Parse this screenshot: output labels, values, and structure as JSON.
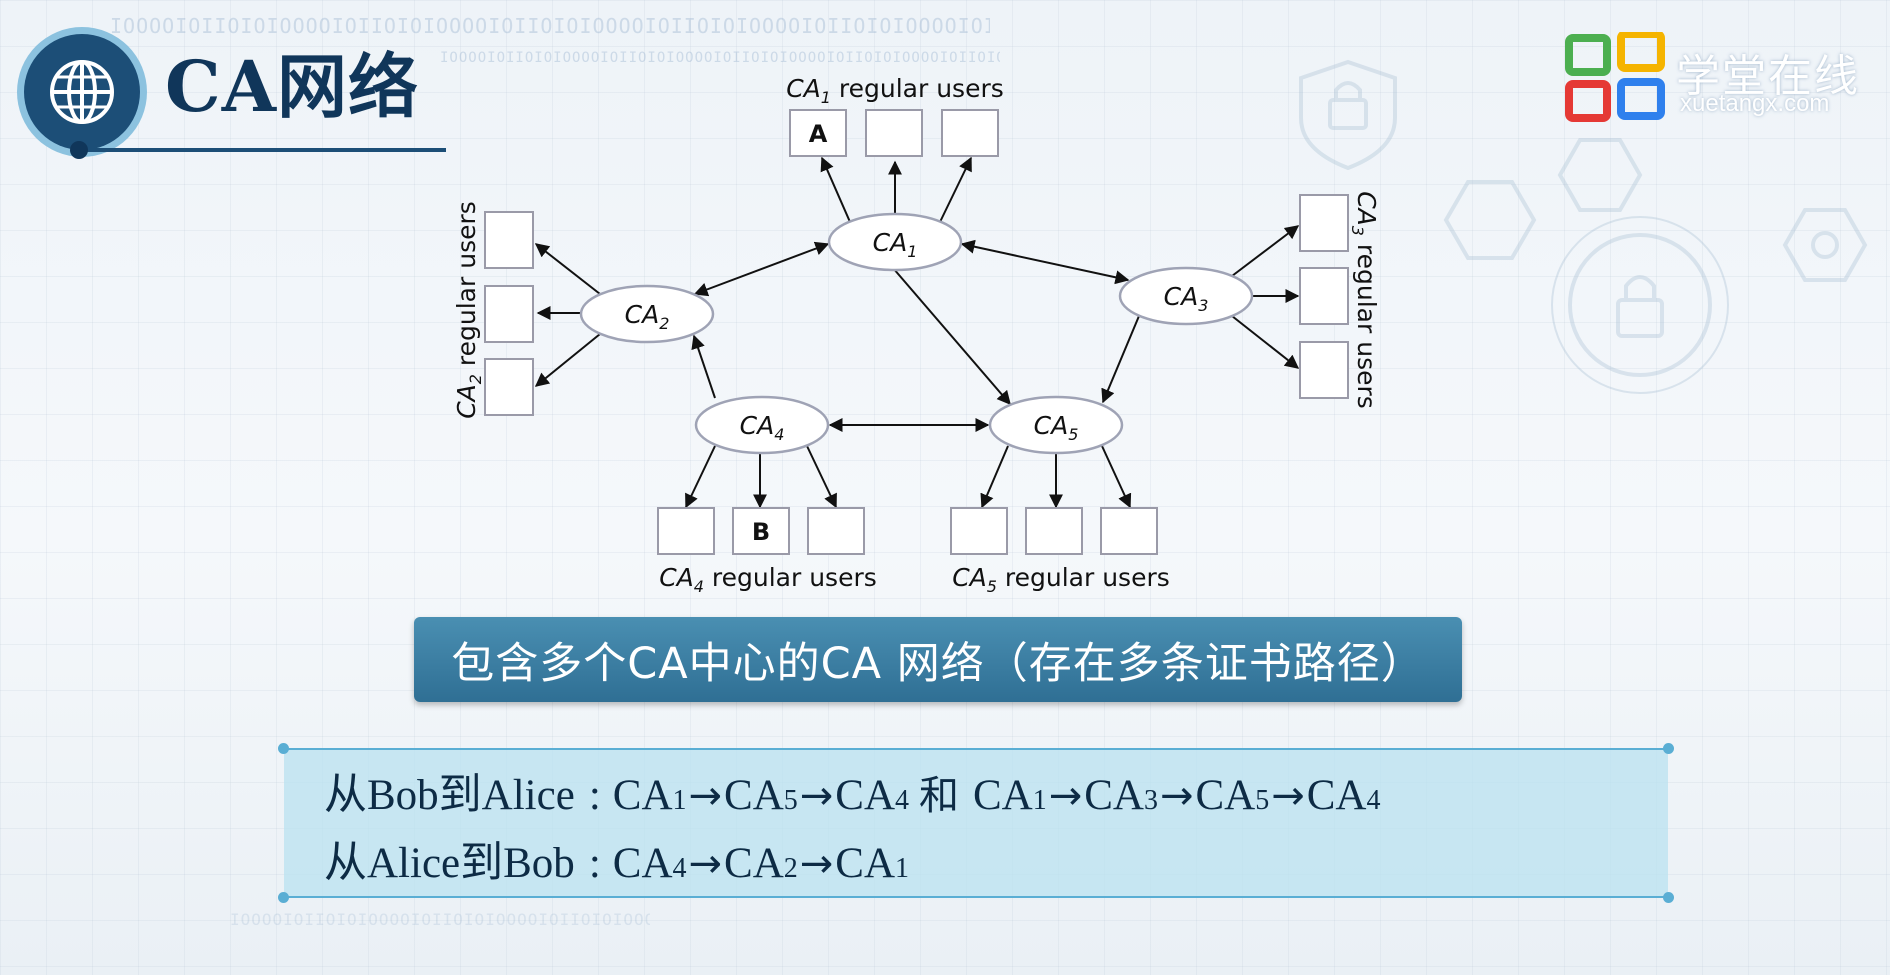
{
  "header": {
    "title": "CA网络",
    "badge_icon": "globe-icon",
    "binary_strip": "IOOOOIOIIOIOIOOOOIOIIOIOIOOOOIOIIOIOIOOOOIOIIOIOIOOOOIOIIOIOIOOOOIOIIOI"
  },
  "logo": {
    "name_cn": "学堂在线",
    "domain": "xuetangx.com",
    "icon": "xuetangx-logo-icon",
    "colors": [
      "#4caf50",
      "#f5b400",
      "#e53935",
      "#2f80ed"
    ]
  },
  "diagram": {
    "cas": [
      {
        "id": "ca1",
        "base": "CA",
        "sub": "1"
      },
      {
        "id": "ca2",
        "base": "CA",
        "sub": "2"
      },
      {
        "id": "ca3",
        "base": "CA",
        "sub": "3"
      },
      {
        "id": "ca4",
        "base": "CA",
        "sub": "4"
      },
      {
        "id": "ca5",
        "base": "CA",
        "sub": "5"
      }
    ],
    "group_labels": {
      "ca1": {
        "base": "CA",
        "sub": "1",
        "rest": " regular users"
      },
      "ca2": {
        "base": "CA",
        "sub": "2",
        "rest": " regular users"
      },
      "ca3": {
        "base": "CA",
        "sub": "3",
        "rest": " regular users"
      },
      "ca4": {
        "base": "CA",
        "sub": "4",
        "rest": " regular users"
      },
      "ca5": {
        "base": "CA",
        "sub": "5",
        "rest": " regular users"
      }
    },
    "user_labels": {
      "ca1_first": "A",
      "ca4_middle": "B"
    }
  },
  "caption": "包含多个CA中心的CA 网络（存在多条证书路径）",
  "paths": {
    "line1": {
      "label": "从Bob到Alice",
      "sep": ":",
      "path_a": [
        "CA",
        "1",
        "CA",
        "5",
        "CA",
        "4"
      ],
      "conjunction": "和",
      "path_b": [
        "CA",
        "1",
        "CA",
        "3",
        "CA",
        "5",
        "CA",
        "4"
      ]
    },
    "line2": {
      "label": "从Alice到Bob",
      "sep": ":",
      "path_a": [
        "CA",
        "4",
        "CA",
        "2",
        "CA",
        "1"
      ]
    },
    "arrow": "→"
  },
  "colors": {
    "title": "#10365a",
    "caption_bg": "#2f6f94",
    "paths_bg": "#b9e1f0",
    "accent": "#5aaed4"
  }
}
